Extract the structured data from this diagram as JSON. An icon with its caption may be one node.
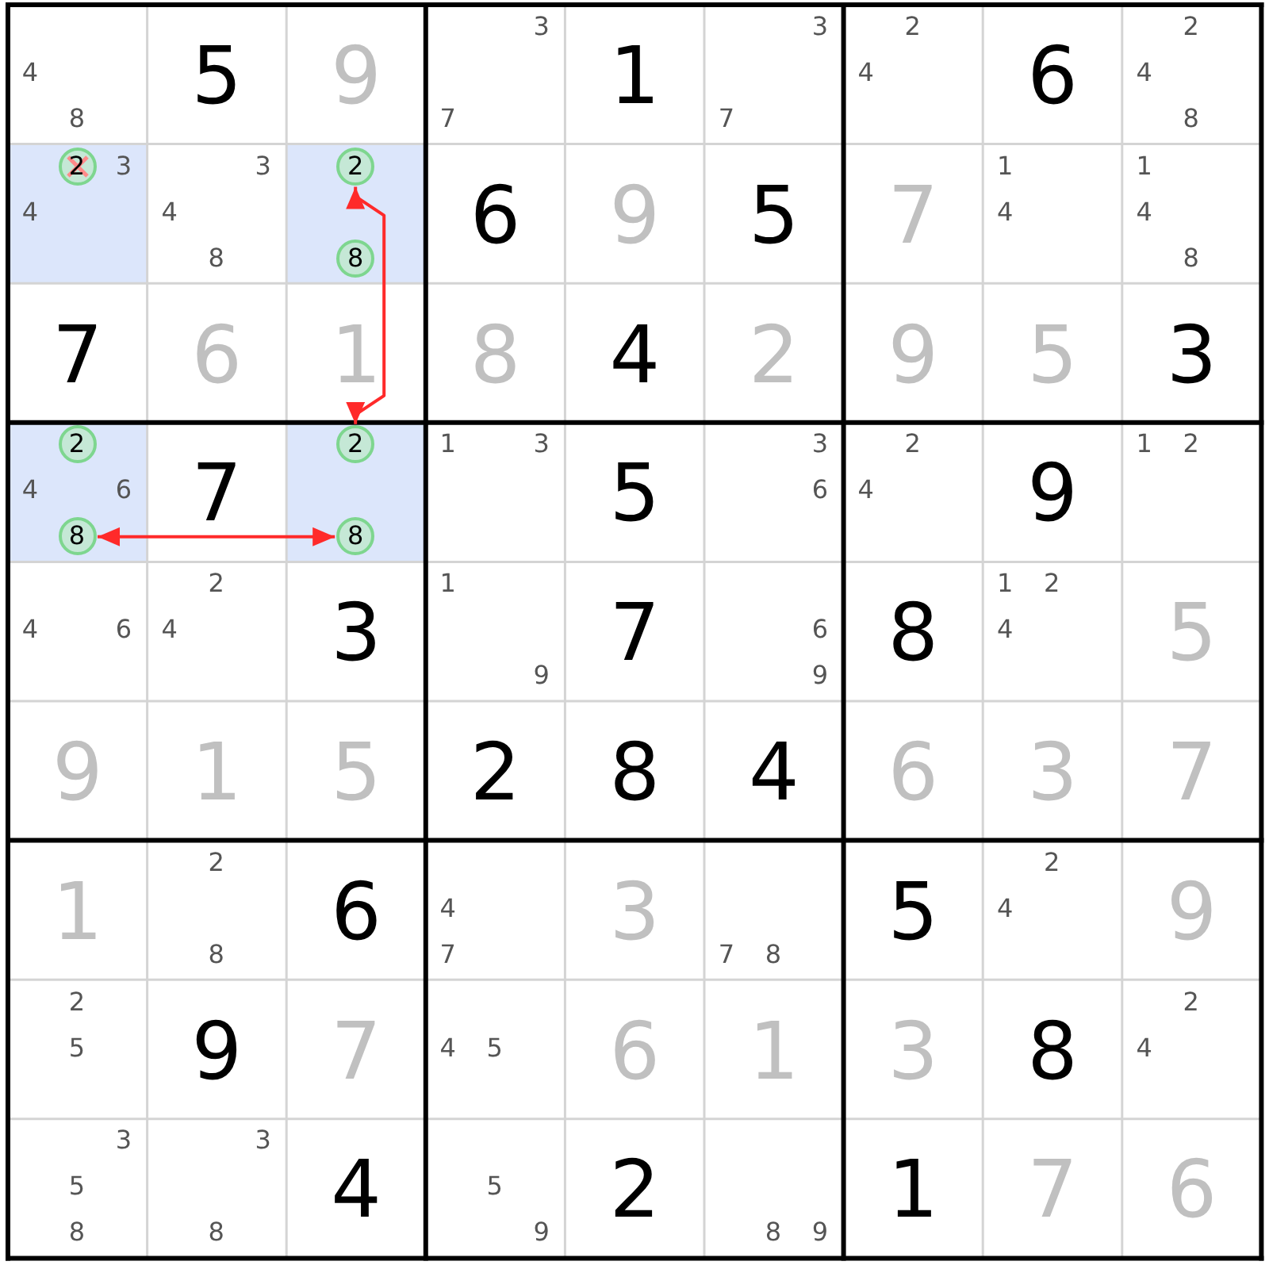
{
  "diagram": {
    "nodes": [
      {
        "text": [
          "2"
        ]
      },
      {
        "text": [
          "2"
        ]
      },
      {
        "text": [
          "8"
        ]
      },
      {
        "text": [
          "2"
        ]
      },
      {
        "text": [
          "8"
        ]
      },
      {
        "text": [
          "2"
        ]
      },
      {
        "text": [
          "8"
        ]
      }
    ],
    "edges": [
      {
        "from": 1,
        "to": 5,
        "arrow": "both"
      },
      {
        "from": 4,
        "to": 6,
        "arrow": "both"
      }
    ],
    "labels": [
      "4",
      "8",
      "5",
      "9",
      "3",
      "7",
      "1",
      "3",
      "7",
      "2",
      "4",
      "6",
      "2",
      "4",
      "8",
      "3",
      "4",
      "3",
      "4",
      "8",
      "6",
      "9",
      "5",
      "7",
      "1",
      "4",
      "1",
      "4",
      "8",
      "7",
      "6",
      "1",
      "8",
      "4",
      "2",
      "9",
      "5",
      "3",
      "4",
      "6",
      "7",
      "1",
      "3",
      "5",
      "3",
      "6",
      "2",
      "4",
      "9",
      "1",
      "2",
      "4",
      "6",
      "2",
      "4",
      "3",
      "1",
      "9",
      "7",
      "6",
      "9",
      "8",
      "1",
      "2",
      "4",
      "5",
      "9",
      "1",
      "5",
      "2",
      "8",
      "4",
      "6",
      "3",
      "7",
      "1",
      "2",
      "8",
      "6",
      "4",
      "7",
      "3",
      "7",
      "8",
      "5",
      "2",
      "4",
      "9",
      "2",
      "5",
      "9",
      "7",
      "4",
      "5",
      "6",
      "1",
      "3",
      "8",
      "2",
      "4",
      "3",
      "5",
      "8",
      "3",
      "8",
      "4",
      "5",
      "9",
      "2",
      "8",
      "9",
      "1",
      "7",
      "6"
    ]
  }
}
